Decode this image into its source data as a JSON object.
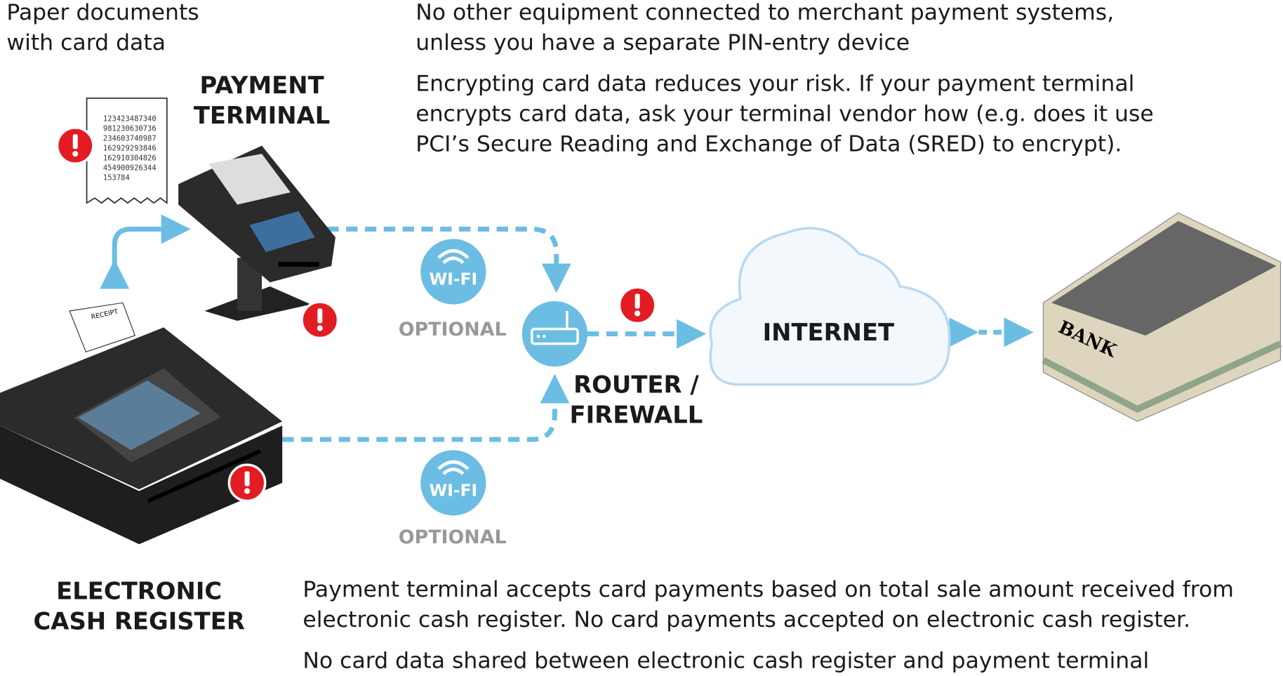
{
  "notes": {
    "paper": [
      "Paper documents",
      "with card data"
    ],
    "no_other_equipment": [
      "No other equipment connected to merchant payment systems,",
      "unless you have a separate PIN-entry device"
    ],
    "encrypting": [
      "Encrypting card data reduces your risk. If your payment terminal",
      "encrypts card data, ask your terminal vendor how (e.g. does it use",
      "PCI’s Secure Reading and Exchange of Data (SRED) to encrypt)."
    ],
    "accepts": [
      "Payment terminal accepts card payments based on total sale amount received from",
      "electronic cash register. No card payments accepted on electronic cash register."
    ],
    "no_shared": "No card data shared between electronic cash register and payment terminal"
  },
  "labels": {
    "payment_terminal": [
      "PAYMENT",
      "TERMINAL"
    ],
    "cash_register": [
      "ELECTRONIC",
      "CASH REGISTER"
    ],
    "router": [
      "ROUTER /",
      "FIREWALL"
    ],
    "internet": "INTERNET",
    "bank": "BANK",
    "receipt": "RECEIPT",
    "wifi": "WI-FI",
    "optional": "OPTIONAL"
  },
  "receipt_numbers": [
    "123423487340",
    "981230630736",
    "234603740987",
    "162929293846",
    "162910304826",
    "454900926344",
    "153784"
  ],
  "colors": {
    "connector": "#6cbde3",
    "warning": "#e31b23",
    "wifi_badge": "#6cbde3",
    "cloud": "#f3f8fc"
  }
}
